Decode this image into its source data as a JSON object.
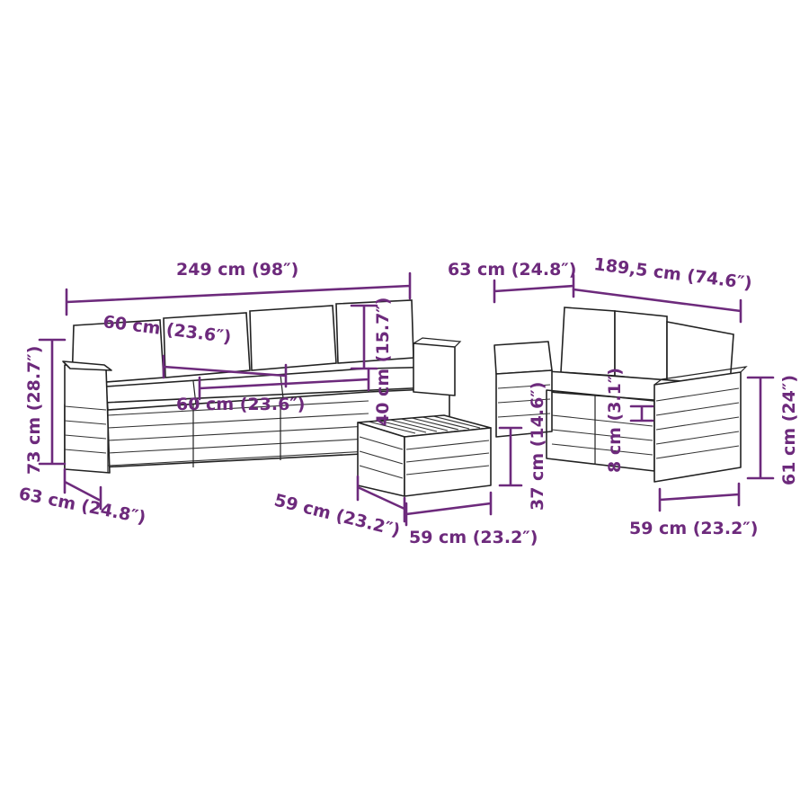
{
  "colors": {
    "dimension": "#6d2a7c",
    "outline": "#222222",
    "background": "#ffffff"
  },
  "dimensions": {
    "sofa_total_width": "249 cm (98″)",
    "sofa_back_seat_width": "60 cm (23.6″)",
    "sofa_front_seat_width": "60 cm (23.6″)",
    "sofa_cushion_height": "40 cm (15.7″)",
    "sofa_height": "73 cm (28.7″)",
    "sofa_depth": "63 cm (24.8″)",
    "table_depth": "59 cm (23.2″)",
    "table_width": "59 cm (23.2″)",
    "table_height": "37 cm (14.6″)",
    "right_depth": "63 cm (24.8″)",
    "right_total_width": "189,5 cm (74.6″)",
    "right_leg_height": "8 cm (3.1″)",
    "right_seat_height": "61 cm (24″)",
    "right_seat_width": "59 cm (23.2″)"
  }
}
